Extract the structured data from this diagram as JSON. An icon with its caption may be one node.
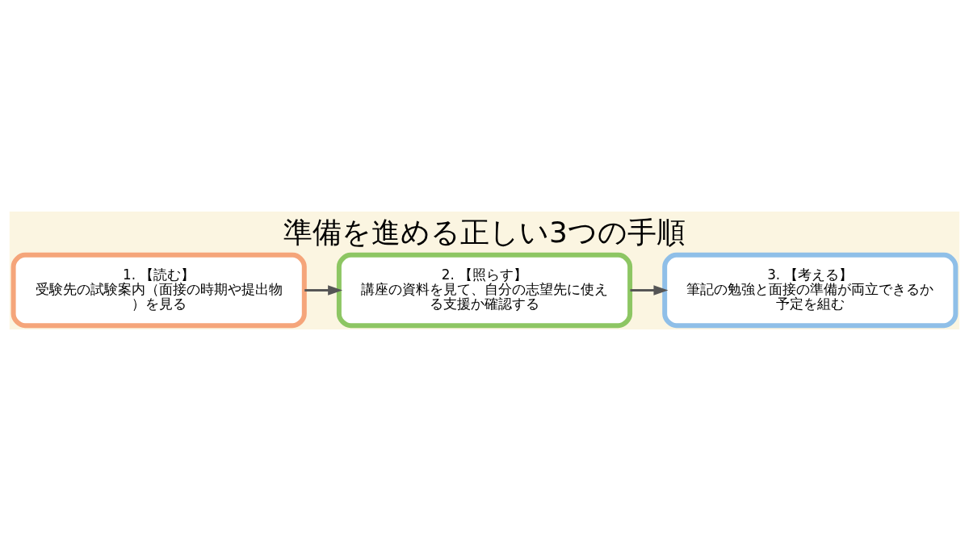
{
  "diagram": {
    "title": "準備を進める正しい3つの手順",
    "nodes": [
      {
        "text": [
          "1. 【読む】",
          "受験先の試験案内（面接の時期や提出物）を見る"
        ]
      },
      {
        "text": [
          "2. 【照らす】",
          "講座の資料を見て、自分の志望先に使える支援か確認する"
        ]
      },
      {
        "text": [
          "3. 【考える】",
          "筆記の勉強と面接の準備が両立できるか予定を組む"
        ]
      }
    ],
    "edges": [
      {
        "from": 0,
        "to": 1,
        "arrow": "to"
      },
      {
        "from": 1,
        "to": 2,
        "arrow": "to"
      }
    ]
  }
}
